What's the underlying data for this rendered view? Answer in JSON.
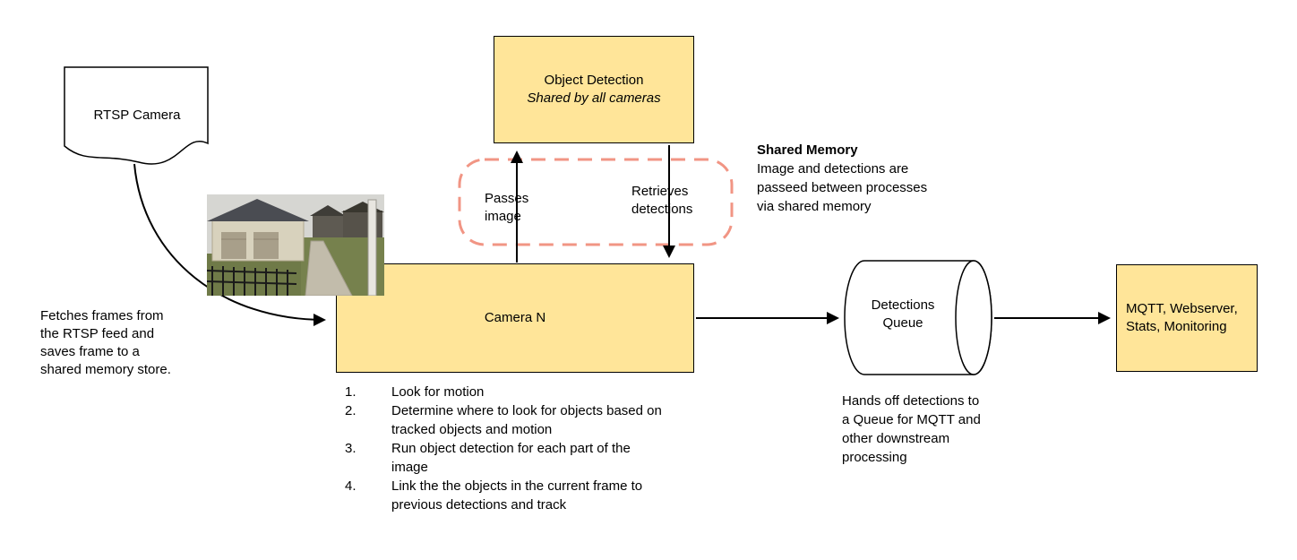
{
  "nodes": {
    "rtsp_camera": {
      "label": "RTSP Camera"
    },
    "object_detection": {
      "title": "Object Detection",
      "subtitle": "Shared by all cameras"
    },
    "camera_n": {
      "label": "Camera N"
    },
    "detections_queue": {
      "label": "Detections Queue"
    },
    "outputs": {
      "label": "MQTT, Webserver, Stats, Monitoring"
    }
  },
  "labels": {
    "passes_image": "Passes image",
    "retrieves_detections": "Retrieves detections"
  },
  "notes": {
    "fetch": "Fetches frames from the RTSP feed and saves frame to a shared memory store.",
    "shared_memory_title": "Shared Memory",
    "shared_memory_body": "Image and detections are passeed between processes via shared memory",
    "queue_handoff": "Hands off detections to a Queue for MQTT and other downstream processing"
  },
  "camera_steps": [
    {
      "num": "1.",
      "text": "Look for motion"
    },
    {
      "num": "2.",
      "text": "Determine where to look for objects based on tracked objects and motion"
    },
    {
      "num": "3.",
      "text": "Run object detection for each part of the image"
    },
    {
      "num": "4.",
      "text": "Link the the objects in the current frame to previous detections and track"
    }
  ],
  "colors": {
    "node_fill": "#ffe599",
    "node_border": "#000000",
    "shared_memory_zone_border": "#f19584",
    "arrow": "#000000",
    "background": "#ffffff"
  }
}
